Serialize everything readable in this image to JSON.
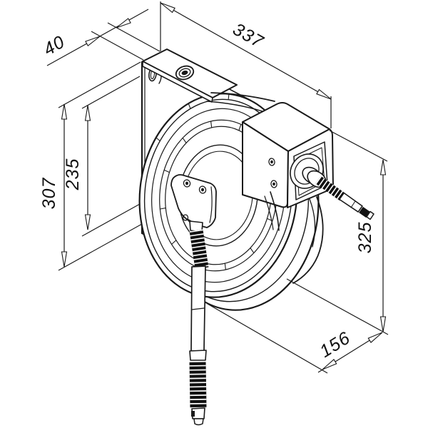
{
  "figure": {
    "type": "isometric technical line drawing",
    "subject": "Wall-mounted automatic rewind hose reel with mounting plate, top bracket, swivel inlet stem and hanging outlet hose",
    "background_color": "#ffffff",
    "line_color": "#1a1a1a"
  },
  "dimensions": {
    "top_width": {
      "label": "337"
    },
    "bracket_depth": {
      "label": "40"
    },
    "plate_height": {
      "label": "307"
    },
    "plate_inner_height": {
      "label": "235"
    },
    "right_height": {
      "label": "325"
    },
    "side_depth": {
      "label": "156"
    }
  }
}
